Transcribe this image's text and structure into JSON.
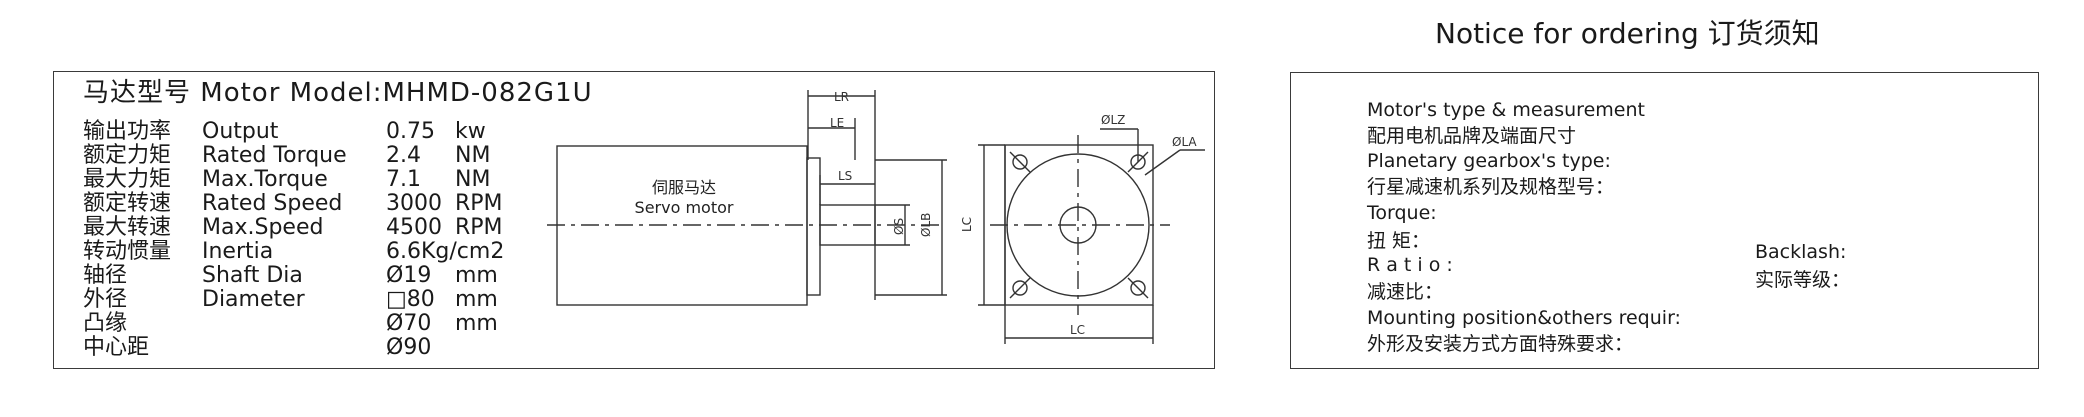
{
  "spec": {
    "model_label": "马达型号 Motor Model:MHMD-082G1U",
    "rows": [
      {
        "cn": "输出功率",
        "en": "Output",
        "val": "0.75",
        "unit": "kw"
      },
      {
        "cn": "额定力矩",
        "en": "Rated Torque",
        "val": "2.4",
        "unit": "NM"
      },
      {
        "cn": "最大力矩",
        "en": "Max.Torque",
        "val": "7.1",
        "unit": "NM"
      },
      {
        "cn": "额定转速",
        "en": "Rated Speed",
        "val": "3000",
        "unit": "RPM"
      },
      {
        "cn": "最大转速",
        "en": "Max.Speed",
        "val": "4500",
        "unit": "RPM"
      },
      {
        "cn": "转动惯量",
        "en": "Inertia",
        "val": "6.6Kg/cm2",
        "unit": ""
      },
      {
        "cn": "轴径",
        "en": "Shaft Dia",
        "val": "Ø19",
        "unit": "mm"
      },
      {
        "cn": "外径",
        "en": "Diameter",
        "val": "□80",
        "unit": "mm"
      },
      {
        "cn": "凸缘",
        "en": "",
        "val": "Ø70",
        "unit": "mm"
      },
      {
        "cn": "中心距",
        "en": "",
        "val": "Ø90",
        "unit": ""
      }
    ]
  },
  "drawing": {
    "body_label_cn": "伺服马达",
    "body_label_en": "Servo motor",
    "dims": {
      "lr": "LR",
      "le": "LE",
      "ls": "LS",
      "os": "ØS",
      "olb": "ØLB",
      "lc_side": "LC",
      "olz": "ØLZ",
      "ola": "ØLA",
      "lc_bottom": "LC"
    }
  },
  "notice": {
    "title": "Notice for ordering 订货须知",
    "lines": {
      "motor_type": "Motor's type & measurement",
      "motor_type_cn": "配用电机品牌及端面尺寸",
      "gearbox": "Planetary  gearbox's  type:",
      "gearbox_cn": "行星减速机系列及规格型号：",
      "torque": "Torque:",
      "torque_cn": "扭  矩：",
      "ratio": "R a t i o :",
      "ratio_cn": "减速比：",
      "mounting": "Mounting position&others requir:",
      "mounting_cn": "外形及安装方式方面特殊要求：",
      "backlash": "Backlash:",
      "backlash_cn": "实际等级："
    }
  }
}
